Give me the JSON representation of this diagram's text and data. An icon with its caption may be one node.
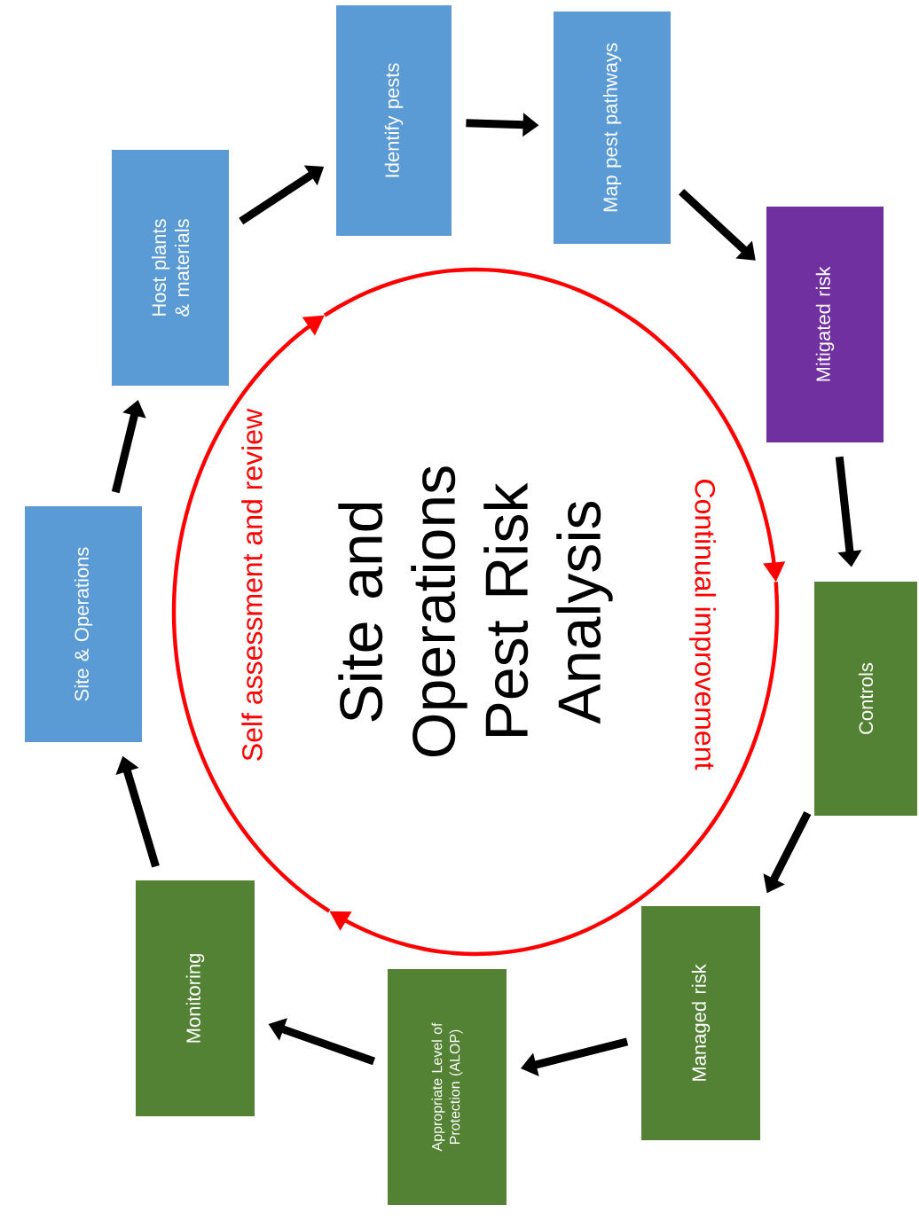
{
  "diagram": {
    "nodes": [
      {
        "text": [
          "Site & Operations"
        ]
      },
      {
        "text": [
          "Host plants & materials"
        ]
      },
      {
        "text": [
          "Identify pests"
        ]
      },
      {
        "text": [
          "Map pest pathways"
        ]
      },
      {
        "text": [
          "Mitigated risk"
        ]
      },
      {
        "text": [
          "Controls"
        ]
      },
      {
        "text": [
          "Managed risk"
        ]
      },
      {
        "text": [
          "Appropriate Level of Protection (ALOP)"
        ]
      },
      {
        "text": [
          "Monitoring"
        ]
      },
      {
        "text": [
          "Site and Operations Pest Risk Analysis"
        ]
      }
    ],
    "edges": [
      {
        "from": 0,
        "to": 1,
        "arrow": "to"
      },
      {
        "from": 1,
        "to": 2,
        "arrow": "to"
      },
      {
        "from": 2,
        "to": 3,
        "arrow": "to"
      },
      {
        "from": 3,
        "to": 4,
        "arrow": "to"
      },
      {
        "from": 4,
        "to": 5,
        "arrow": "to"
      },
      {
        "from": 5,
        "to": 6,
        "arrow": "to"
      },
      {
        "from": 6,
        "to": 7,
        "arrow": "to"
      },
      {
        "from": 7,
        "to": 8,
        "arrow": "to"
      },
      {
        "from": 8,
        "to": 0,
        "arrow": "to"
      }
    ],
    "labels": [
      "Self assessment and review",
      "Continual improvement"
    ]
  }
}
